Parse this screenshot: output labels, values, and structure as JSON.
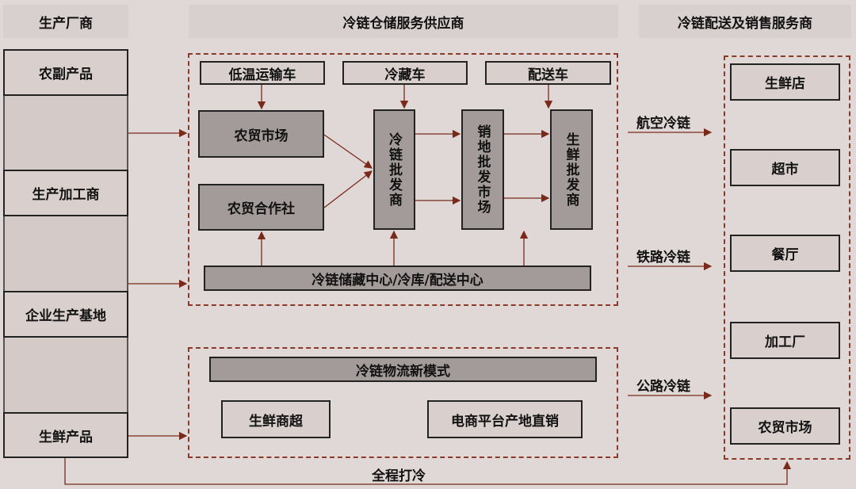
{
  "headers": {
    "producers": "生产厂商",
    "storage": "冷链仓储服务供应商",
    "distribution": "冷链配送及销售服务商"
  },
  "producers": [
    "农副产品",
    "生产加工商",
    "企业生产基地",
    "生鲜产品"
  ],
  "vehicles": [
    "低温运输车",
    "冷藏车",
    "配送车"
  ],
  "markets": [
    "农贸市场",
    "农贸合作社"
  ],
  "wholesale": [
    "冷链批发商",
    "销地批发市场",
    "生鲜批发商"
  ],
  "storage_center": "冷链储藏中心/冷库/配送中心",
  "new_mode": {
    "title": "冷链物流新模式",
    "items": [
      "生鲜商超",
      "电商平台产地直销"
    ]
  },
  "channels": [
    "航空冷链",
    "铁路冷链",
    "公路冷链"
  ],
  "retail": [
    "生鲜店",
    "超市",
    "餐厅",
    "加工厂",
    "农贸市场"
  ],
  "full_chain": "全程打冷",
  "colors": {
    "arrow": "#7a2a1a",
    "dark_box": "#a39b99",
    "light_box": "#d9d0ce",
    "background": "#e0d8d6"
  }
}
